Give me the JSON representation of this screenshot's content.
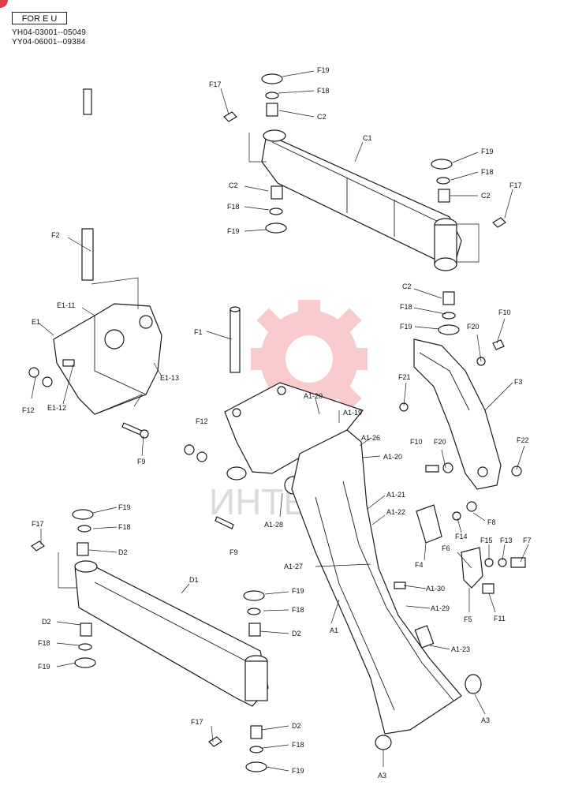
{
  "header": {
    "market_tag": "FOR E U",
    "serials": [
      "YH04-03001--05049",
      "YY04-06001--09384"
    ]
  },
  "watermark": {
    "text": "ИНТЕХ",
    "color": "#e8474f"
  },
  "accent_color": "#e23a44",
  "labels": {
    "F19": "F19",
    "F18": "F18",
    "C2": "C2",
    "F17": "F17",
    "C1": "C1",
    "F2": "F2",
    "E1-11": "E1-11",
    "E1": "E1",
    "E1-13": "E1-13",
    "F12": "F12",
    "E1-12": "E1-12",
    "F9": "F9",
    "F1": "F1",
    "F20": "F20",
    "F10": "F10",
    "F21": "F21",
    "F3": "F3",
    "A1-20": "A1-20",
    "A1-19": "A1-19",
    "A1-26": "A1-26",
    "F22": "F22",
    "A1-21": "A1-21",
    "A1-22": "A1-22",
    "A1-28": "A1-28",
    "F14": "F14",
    "F8": "F8",
    "F15": "F15",
    "F13": "F13",
    "F7": "F7",
    "F6": "F6",
    "F4": "F4",
    "A1-27": "A1-27",
    "A1-30": "A1-30",
    "F11": "F11",
    "F5": "F5",
    "A1-29": "A1-29",
    "A1": "A1",
    "A1-23": "A1-23",
    "A3": "A3",
    "D1": "D1",
    "D2": "D2"
  }
}
